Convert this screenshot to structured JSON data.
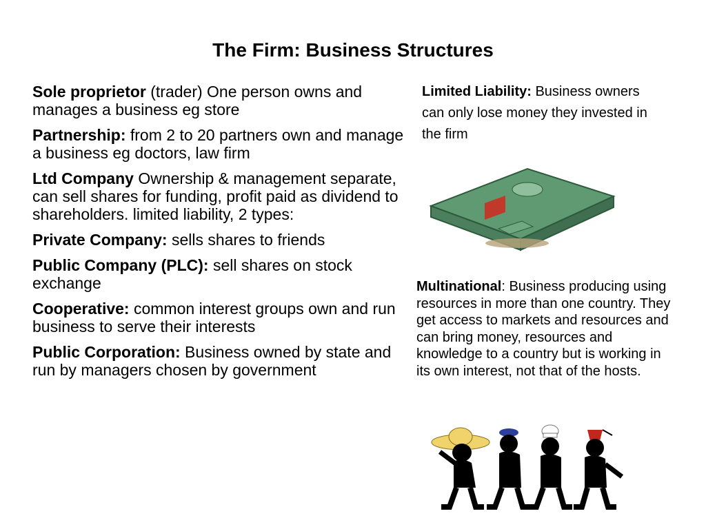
{
  "title": "The Firm: Business Structures",
  "left_entries": [
    {
      "term": "Sole proprietor",
      "text": " (trader) One person owns and manages a business eg store"
    },
    {
      "term": "Partnership:",
      "text": " from 2 to 20 partners own and manage a business eg doctors, law firm"
    },
    {
      "term": "Ltd Company",
      "text": " Ownership  & management separate, can sell shares for funding, profit paid as dividend to shareholders. limited liability, 2 types:"
    },
    {
      "term": "Private Company:",
      "text": " sells shares to friends"
    },
    {
      "term": "Public Company (PLC):",
      "text": " sell shares on stock exchange"
    },
    {
      "term": "Cooperative:",
      "text": " common interest groups own and run business to serve their interests"
    },
    {
      "term": "Public Corporation:",
      "text": " Business owned by state and run by managers chosen by government"
    }
  ],
  "limited_liability": {
    "term": "Limited Liability:",
    "text": " Business owners can only lose money they invested in the firm"
  },
  "multinational": {
    "term": "Multinational",
    "text": ": Business producing using resources in more than one country.  They get access to markets and resources and can bring money, resources and knowledge to a country but is working in its own interest, not that of the hosts."
  },
  "colors": {
    "money_green": "#5f9a72",
    "cake_red": "#c0392b",
    "sombrero": "#f1d36b",
    "fez": "#c0281d",
    "beret": "#2c3f9b"
  }
}
